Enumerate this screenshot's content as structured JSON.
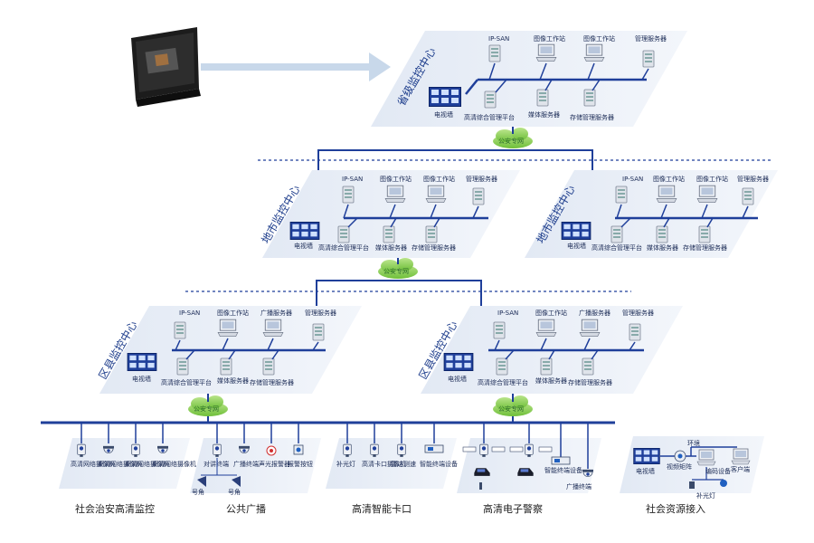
{
  "provincial": {
    "center_label": "省级监控中心",
    "top": [
      "IP-SAN",
      "图像工作站",
      "图像工作站",
      "管理服务器"
    ],
    "bottom": [
      "电视墙",
      "高清综合管理平台",
      "媒体服务器",
      "存储管理服务器"
    ]
  },
  "city_left": {
    "center_label": "地市监控中心",
    "top": [
      "IP-SAN",
      "图像工作站",
      "图像工作站",
      "管理服务器"
    ],
    "bottom": [
      "电视墙",
      "高清综合管理平台",
      "媒体服务器",
      "存储管理服务器"
    ]
  },
  "city_right": {
    "center_label": "地市监控中心",
    "top": [
      "IP-SAN",
      "图像工作站",
      "图像工作站",
      "管理服务器"
    ],
    "bottom": [
      "电视墙",
      "高清综合管理平台",
      "媒体服务器",
      "存储管理服务器"
    ]
  },
  "district_left": {
    "center_label": "区县监控中心",
    "top": [
      "IP-SAN",
      "图像工作站",
      "广播服务器",
      "管理服务器"
    ],
    "bottom": [
      "电视墙",
      "高清综合管理平台",
      "媒体服务器",
      "存储管理服务器"
    ]
  },
  "district_right": {
    "center_label": "区县监控中心",
    "top": [
      "IP-SAN",
      "图像工作站",
      "广播服务器",
      "管理服务器"
    ],
    "bottom": [
      "电视墙",
      "高清综合管理平台",
      "媒体服务器",
      "存储管理服务器"
    ]
  },
  "network_label": "公安专网",
  "sections": [
    {
      "title": "社会治安高清监控",
      "devices": [
        "高清网络摄像机",
        "高清网络摄像机",
        "高清网络摄像机",
        "高清网络摄像机"
      ]
    },
    {
      "title": "公共广播",
      "devices": [
        "对讲终端",
        "广播终端",
        "声光报警器",
        "报警按钮"
      ],
      "horns": [
        "号角",
        "号角"
      ]
    },
    {
      "title": "高清智能卡口",
      "devices": [
        "补光灯",
        "高清卡口摄像机",
        "雷达测速",
        "智能终端设备"
      ]
    },
    {
      "title": "高清电子警察",
      "devices": [
        "智能终端设备",
        "广播终端"
      ]
    },
    {
      "title": "社会资源接入",
      "devices": [
        "电视墙",
        "视频矩阵",
        "环境",
        "编码设备",
        "客户端",
        "补光灯"
      ]
    }
  ]
}
